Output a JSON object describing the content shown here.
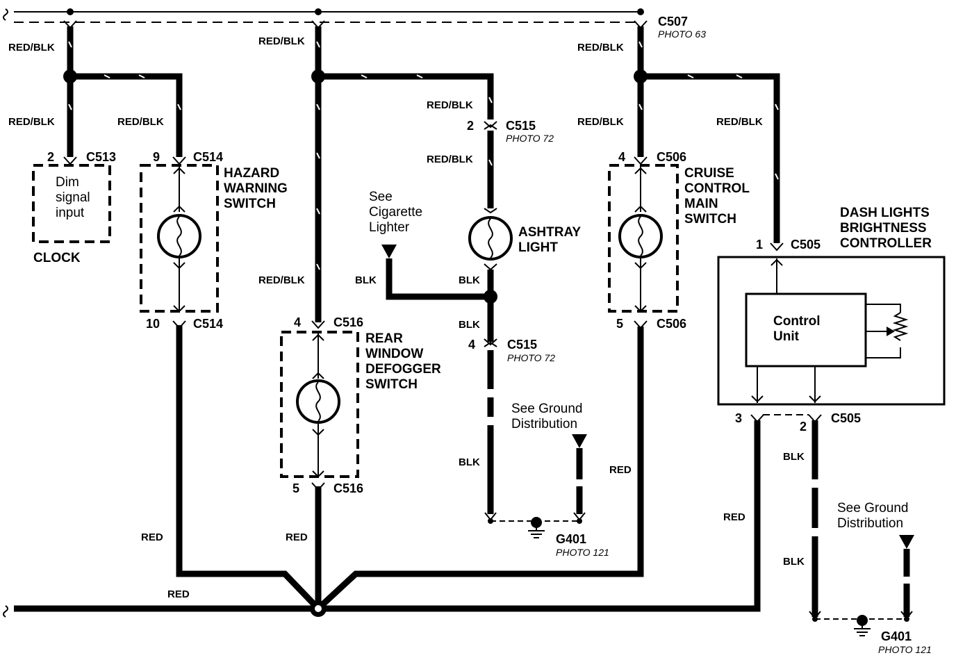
{
  "wire_colors": {
    "red_blk": "RED/BLK",
    "red": "RED",
    "blk": "BLK"
  },
  "connectors": {
    "c507": {
      "name": "C507",
      "photo": "PHOTO 63"
    },
    "c513": {
      "name": "C513",
      "pin": "2"
    },
    "c514_top": {
      "name": "C514",
      "pin": "9"
    },
    "c514_bottom": {
      "name": "C514",
      "pin": "10"
    },
    "c515_top": {
      "name": "C515",
      "pin": "2",
      "photo": "PHOTO 72"
    },
    "c515_bottom": {
      "name": "C515",
      "pin": "4",
      "photo": "PHOTO 72"
    },
    "c516_top": {
      "name": "C516",
      "pin": "4"
    },
    "c516_bottom": {
      "name": "C516",
      "pin": "5"
    },
    "c506_top": {
      "name": "C506",
      "pin": "4"
    },
    "c506_bottom": {
      "name": "C506",
      "pin": "5"
    },
    "c505_top": {
      "name": "C505",
      "pin": "1"
    },
    "c505_bottom": {
      "name": "C505",
      "pin_a": "3",
      "pin_b": "2"
    },
    "g401_a": {
      "name": "G401",
      "photo": "PHOTO 121"
    },
    "g401_b": {
      "name": "G401",
      "photo": "PHOTO 121"
    }
  },
  "components": {
    "clock": {
      "line1": "Dim",
      "line2": "signal",
      "line3": "input",
      "name": "CLOCK"
    },
    "hazard": {
      "line1": "HAZARD",
      "line2": "WARNING",
      "line3": "SWITCH"
    },
    "rear_window": {
      "line1": "REAR",
      "line2": "WINDOW",
      "line3": "DEFOGGER",
      "line4": "SWITCH"
    },
    "ashtray": {
      "line1": "ASHTRAY",
      "line2": "LIGHT"
    },
    "cruise": {
      "line1": "CRUISE",
      "line2": "CONTROL",
      "line3": "MAIN",
      "line4": "SWITCH"
    },
    "dash": {
      "line1": "DASH LIGHTS",
      "line2": "BRIGHTNESS",
      "line3": "CONTROLLER",
      "unit1": "Control",
      "unit2": "Unit"
    }
  },
  "notes": {
    "cigarette": {
      "line1": "See",
      "line2": "Cigarette",
      "line3": "Lighter"
    },
    "ground_a": {
      "line1": "See Ground",
      "line2": "Distribution"
    },
    "ground_b": {
      "line1": "See Ground",
      "line2": "Distribution"
    }
  }
}
